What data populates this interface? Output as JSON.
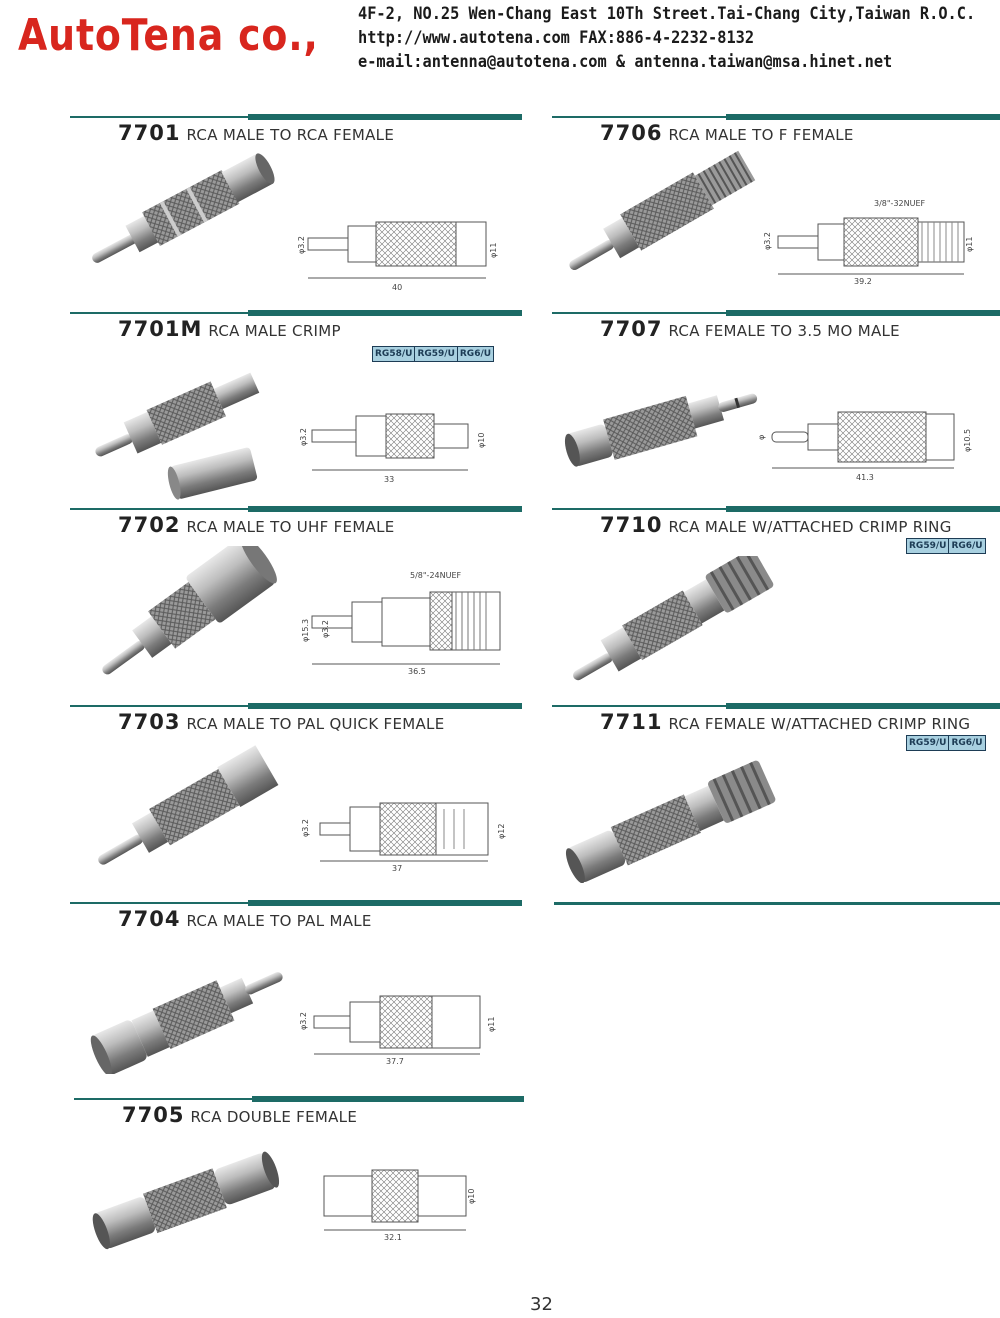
{
  "header": {
    "brand": "AutoTena co.,",
    "address": "4F-2, NO.25  Wen-Chang East 10Th Street.Tai-Chang City,Taiwan R.O.C.",
    "web_fax": "http://www.autotena.com     FAX:886-4-2232-8132",
    "emails": "e-mail:antenna@autotena.com  &   antenna.taiwan@msa.hinet.net"
  },
  "products": [
    {
      "code": "7701",
      "desc": "RCA MALE TO RCA FEMALE",
      "dims": {
        "length": "40",
        "pin": "φ3.2",
        "dia": "φ11"
      }
    },
    {
      "code": "7701M",
      "desc": "RCA MALE CRIMP",
      "tags": [
        "RG58/U",
        "RG59/U",
        "RG6/U"
      ],
      "dims": {
        "length": "33",
        "pin": "φ3.2",
        "dia": "φ10"
      }
    },
    {
      "code": "7702",
      "desc": "RCA MALE TO UHF FEMALE",
      "dims": {
        "length": "36.5",
        "pin": "φ3.2",
        "dia": "φ15.3",
        "thread": "5/8\"-24NUEF"
      }
    },
    {
      "code": "7703",
      "desc": "RCA MALE TO PAL QUICK FEMALE",
      "dims": {
        "length": "37",
        "pin": "φ3.2",
        "dia": "φ12"
      }
    },
    {
      "code": "7704",
      "desc": "RCA MALE TO PAL MALE",
      "dims": {
        "length": "37.7",
        "pin": "φ3.2",
        "dia": "φ11"
      }
    },
    {
      "code": "7705",
      "desc": "RCA DOUBLE FEMALE",
      "dims": {
        "length": "32.1",
        "dia": "φ10"
      }
    },
    {
      "code": "7706",
      "desc": "RCA MALE TO F FEMALE",
      "dims": {
        "length": "39.2",
        "pin": "φ3.2",
        "dia": "φ11",
        "thread": "3/8\"-32NUEF"
      }
    },
    {
      "code": "7707",
      "desc": "RCA FEMALE TO 3.5 MO MALE",
      "dims": {
        "length": "41.3",
        "pin": "φ",
        "dia": "φ10.5"
      }
    },
    {
      "code": "7710",
      "desc": "RCA MALE W/ATTACHED CRIMP RING",
      "tags": [
        "RG59/U",
        "RG6/U"
      ]
    },
    {
      "code": "7711",
      "desc": "RCA FEMALE W/ATTACHED CRIMP RING",
      "tags": [
        "RG59/U",
        "RG6/U"
      ]
    }
  ],
  "page_number": "32"
}
